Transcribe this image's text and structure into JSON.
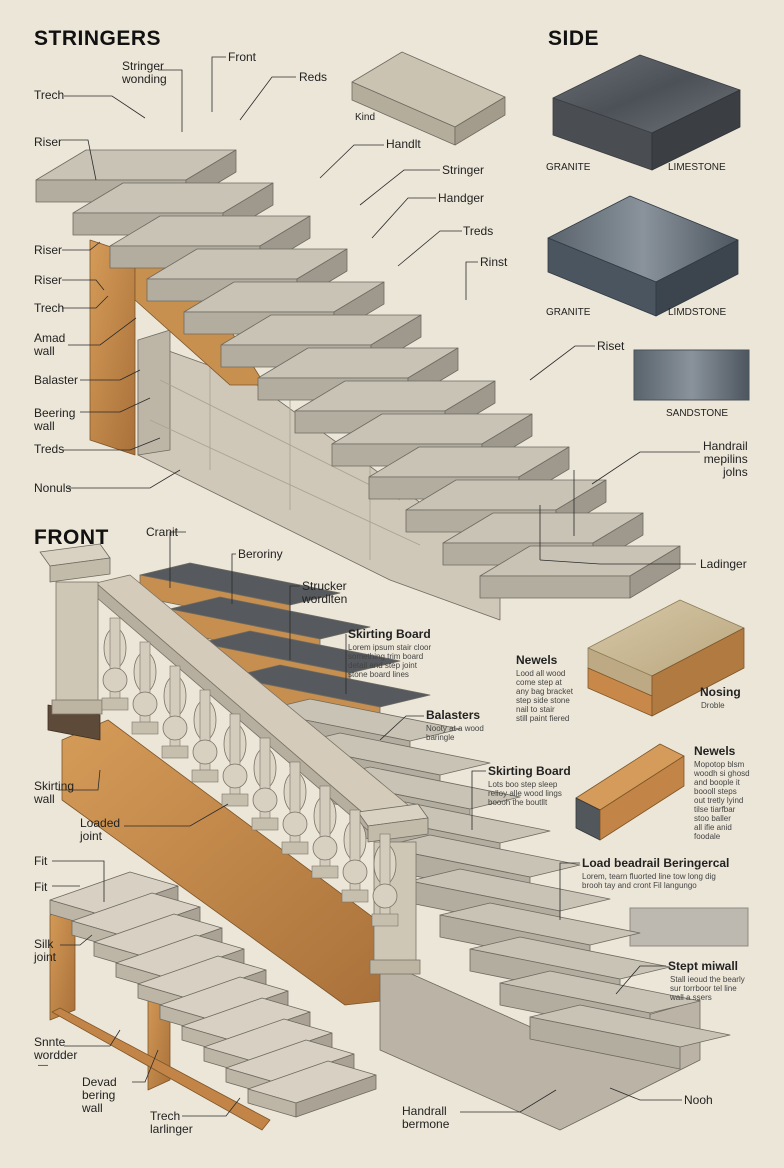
{
  "headings": {
    "stringers": "STRINGERS",
    "side": "SIDE",
    "front": "FRONT"
  },
  "top_labels": {
    "front": "Front",
    "stringer_winding": "Stringer\nwonding",
    "reds": "Reds",
    "trech": "Trech",
    "riser": "Riser",
    "kind": "Kind",
    "handlt": "Handlt",
    "stringer": "Stringer",
    "handger": "Handger",
    "treds": "Treds",
    "rinst": "Rinst",
    "riser2": "Riser",
    "riser3": "Riser",
    "trech2": "Trech",
    "amad_wall": "Amad\nwall",
    "balaster": "Balaster",
    "beering_wall": "Beering\nwall",
    "treds2": "Treds",
    "nonuls": "Nonuls",
    "riset": "Riset",
    "handrail": "Handrail\nmepilins\njolns",
    "ladinger": "Ladinger"
  },
  "materials": [
    {
      "left": "GRANITE",
      "right": "LIMESTONE"
    },
    {
      "left": "GRANITE",
      "right": "LIMDSTONE"
    },
    {
      "left": "",
      "right": "SANDSTONE"
    }
  ],
  "front_labels": {
    "cranit": "Cranit",
    "beroriny": "Beroriny",
    "strucker": "Strucker\nwordlten",
    "skirting_board": "Skirting Board",
    "skirting_desc": "Lorem ipsum stair cloor\nsomething trim board\ndetail and step joint\nstone board lines",
    "newels": "Newels",
    "newels_desc": "Lood all wood\ncome step at\nany bag bracket\nstep side stone\nnail to stair\nstill paint fiered",
    "balasters": "Balasters",
    "balasters_desc": "Nooty at a wood\nbaringle",
    "skirting_board2": "Skirting Board",
    "skirting2_desc": "Lots boo step sleep\nrelloy alle wood lings\nboooh the boutllt",
    "skirting_wall": "Skirting\nwall",
    "loaded_joint": "Loaded\njoint",
    "nosing": "Nosing",
    "nosing_desc": "Droble",
    "newels2": "Newels",
    "newels2_desc": "Mopotop blsm\nwoodh si ghosd\nand boople it\nboooll steps\nout tretly lyind\ntilse tiarfbar\nstoo baller\nall ifie anid\nfoodale",
    "load_bearing": "Load beadrail Beringercal",
    "load_desc": "Lorem, tearn fluorted line tow long dig\nbrooh tay and cront Fil langungo",
    "fit": "Fit",
    "fit2": "Fit",
    "silk_joint": "Silk\njoint",
    "snnte_wordder": "Snnte\nwordder",
    "dot": "—",
    "devad_bering_wall": "Devad\nbering\nwall",
    "trech_larlinger": "Trech\nlarlinger",
    "handrall_bermone": "Handrall\nbermone",
    "stept_wall": "Stept miwall",
    "stept_desc": "Stall ieoud the bearly\nsur torrboor tel line\nwall a ssers",
    "nooh": "Nooh"
  },
  "colors": {
    "background": "#ece6d8",
    "stone_top": "#c9c3b6",
    "stone_front": "#b3ada0",
    "stone_side": "#9f998d",
    "wood": "#c78f4f",
    "wood_dark": "#9c6a35",
    "granite": "#5b5f64",
    "limestone": "#c8bfa7",
    "marble": "#4f5962"
  }
}
